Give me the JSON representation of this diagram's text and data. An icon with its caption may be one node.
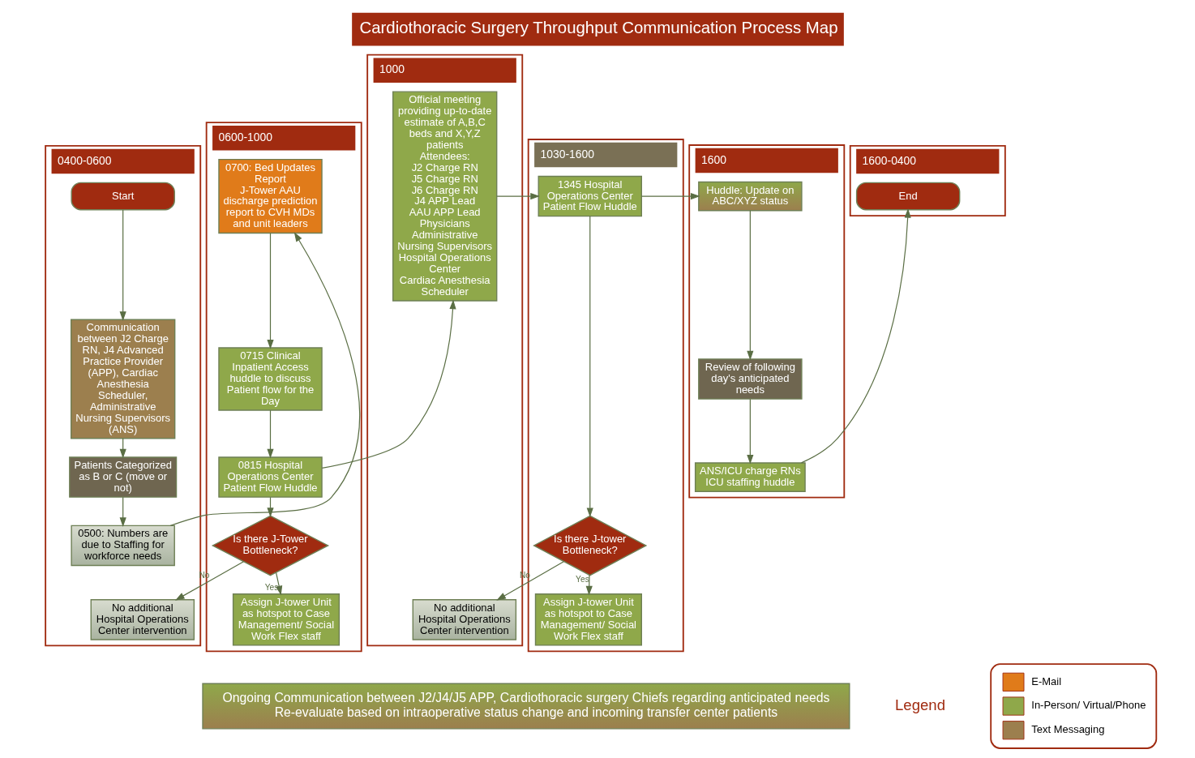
{
  "diagram": {
    "title": "Cardiothoracic Surgery Throughput Communication Process Map",
    "nodes": [
      {
        "text": [
          "0400-0600"
        ]
      },
      {
        "text": [
          "0600-1000"
        ]
      },
      {
        "text": [
          "1000"
        ]
      },
      {
        "text": [
          "1030-1600"
        ]
      },
      {
        "text": [
          "1600"
        ]
      },
      {
        "text": [
          "1600-0400"
        ]
      },
      {
        "text": [
          "Start"
        ],
        "in": 0
      },
      {
        "text": [
          "Communication between J2 Charge RN, J4 Advanced Practice Provider (APP), Cardiac Anesthesia Scheduler, Administrative Nursing Supervisors (ANS)"
        ],
        "in": 0
      },
      {
        "text": [
          "Patients Categorized as B or C (move or not)"
        ],
        "in": 0
      },
      {
        "text": [
          "0500: Numbers are due to Staffing for workforce needs"
        ],
        "in": 0
      },
      {
        "text": [
          "No additional Hospital Operations Center intervention"
        ],
        "in": 0
      },
      {
        "text": [
          "0700: Bed Updates Report",
          "J-Tower AAU discharge prediction report to CVH MDs and unit leaders"
        ],
        "in": 1
      },
      {
        "text": [
          "0715 Clinical Inpatient Access huddle to discuss Patient flow for the Day"
        ],
        "in": 1
      },
      {
        "text": [
          "0815 Hospital Operations Center Patient Flow Huddle"
        ],
        "in": 1
      },
      {
        "text": [
          "Is there J-Tower Bottleneck?"
        ],
        "in": 1
      },
      {
        "text": [
          "Assign J-tower Unit as hotspot to Case Management/ Social Work Flex staff"
        ],
        "in": 1
      },
      {
        "text": [
          "Official meeting providing up-to-date estimate of A,B,C beds and X,Y,Z patients",
          "Attendees:",
          "J2 Charge RN",
          "J5 Charge RN",
          "J6 Charge RN",
          "J4 APP Lead",
          "AAU APP Lead",
          "Physicians",
          "Administrative Nursing Supervisors",
          "Hospital Operations Center",
          "Cardiac Anesthesia Scheduler"
        ],
        "in": 2
      },
      {
        "text": [
          "No additional Hospital Operations Center intervention"
        ],
        "in": 2
      },
      {
        "text": [
          "1345 Hospital Operations Center Patient Flow Huddle"
        ],
        "in": 3
      },
      {
        "text": [
          "Is there J-tower Bottleneck?"
        ],
        "in": 3
      },
      {
        "text": [
          "Assign J-tower Unit as hotspot to Case Management/ Social Work Flex staff"
        ],
        "in": 3
      },
      {
        "text": [
          "Huddle: Update on ABC/XYZ status"
        ],
        "in": 4
      },
      {
        "text": [
          "Review of following day's anticipated needs"
        ],
        "in": 4
      },
      {
        "text": [
          "ANS/ICU charge RNs ICU staffing huddle"
        ],
        "in": 4
      },
      {
        "text": [
          "End"
        ],
        "in": 5
      },
      {
        "text": [
          "Ongoing Communication between J2/J4/J5 APP, Cardiothoracic surgery Chiefs regarding anticipated needs",
          "Re-evaluate based on intraoperative status change and incoming transfer center patients"
        ]
      }
    ],
    "edges": [
      {
        "from": 6,
        "to": 7,
        "arrow": "to"
      },
      {
        "from": 7,
        "to": 8,
        "arrow": "to"
      },
      {
        "from": 8,
        "to": 9,
        "arrow": "to"
      },
      {
        "from": 9,
        "to": 11,
        "arrow": "to"
      },
      {
        "from": 11,
        "to": 12,
        "arrow": "to"
      },
      {
        "from": 12,
        "to": 13,
        "arrow": "to"
      },
      {
        "from": 13,
        "to": 14,
        "arrow": "to"
      },
      {
        "from": 14,
        "to": 15,
        "arrow": "to",
        "label": "Yes"
      },
      {
        "from": 14,
        "to": 10,
        "arrow": "to",
        "label": "No"
      },
      {
        "from": 13,
        "to": 16,
        "arrow": "to"
      },
      {
        "from": 16,
        "to": 18,
        "arrow": "to"
      },
      {
        "from": 18,
        "to": 19,
        "arrow": "to"
      },
      {
        "from": 19,
        "to": 20,
        "arrow": "to",
        "label": "Yes"
      },
      {
        "from": 19,
        "to": 17,
        "arrow": "to",
        "label": "No"
      },
      {
        "from": 18,
        "to": 21,
        "arrow": "to"
      },
      {
        "from": 21,
        "to": 22,
        "arrow": "to"
      },
      {
        "from": 22,
        "to": 23,
        "arrow": "to"
      },
      {
        "from": 23,
        "to": 24,
        "arrow": "to"
      }
    ],
    "labels": [
      "Legend"
    ],
    "legend": [
      {
        "text": "E-Mail",
        "color": "#e07b1a"
      },
      {
        "text": "In-Person/ Virtual/Phone",
        "color": "#8fa84a"
      },
      {
        "text": "Text Messaging",
        "color": "#9c7f4e"
      }
    ]
  }
}
